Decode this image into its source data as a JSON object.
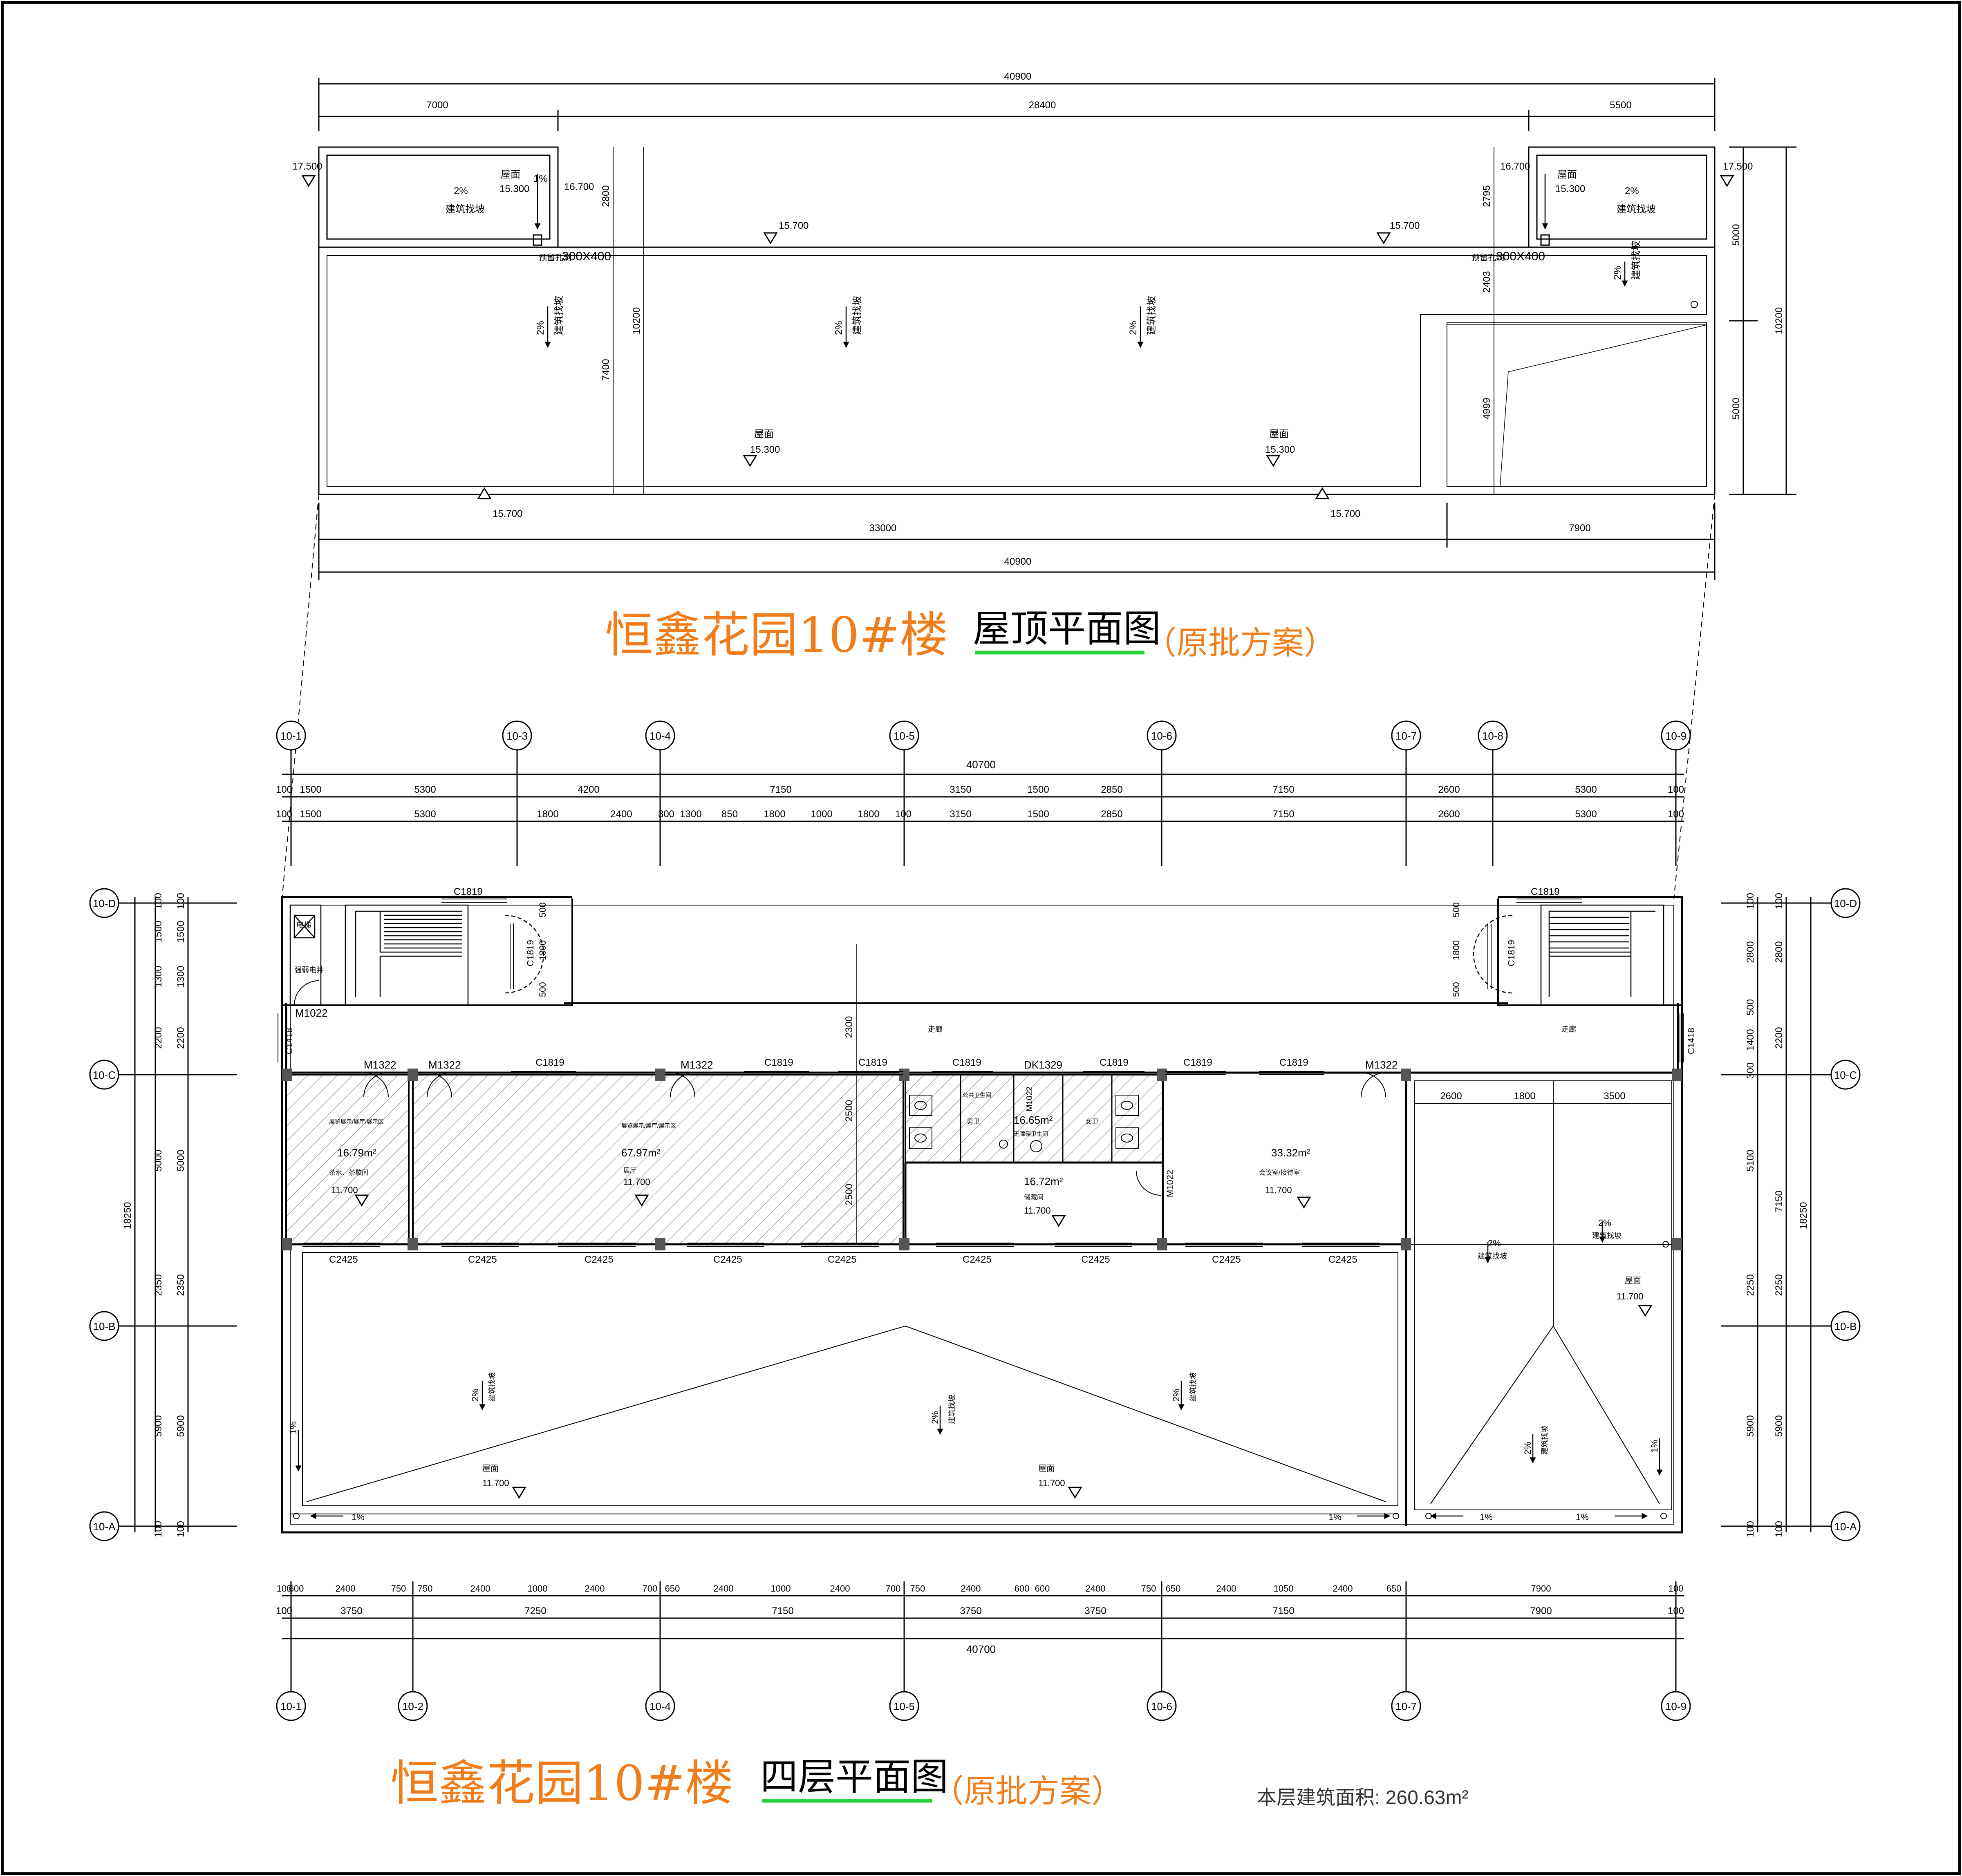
{
  "colors": {
    "title_orange": "#f07d1a",
    "underline_green": "#2ad13a",
    "line": "#000000",
    "hatch": "#777777",
    "room_fill": "#e3e3e3"
  },
  "roof_plan": {
    "title_main": "恒鑫花园10#楼",
    "title_sub": "屋顶平面图",
    "title_note": "（原批方案）",
    "dims_top_total": "40900",
    "dims_top_parts": [
      "7000",
      "28400",
      "5500"
    ],
    "dims_bottom_parts": [
      "33000",
      "7900"
    ],
    "dims_bottom_total": "40900",
    "dims_right": [
      "5000",
      "5000"
    ],
    "dims_right_total": "10200",
    "dims_inner": [
      "2800",
      "10200",
      "7400",
      "2795",
      "2403",
      "4999"
    ],
    "stair_rooms": [
      {
        "label": "屋面",
        "elev": "15.300",
        "slope": "2%",
        "drain": "建筑找坡",
        "parapet": "17.500",
        "top": "16.700",
        "vent": "300X400",
        "vent_label": "预留孔洞"
      },
      {
        "label": "屋面",
        "elev": "15.300",
        "slope": "2%",
        "drain": "建筑找坡",
        "parapet": "17.500",
        "top": "16.700",
        "vent": "300X400",
        "vent_label": "预留孔洞"
      }
    ],
    "small_slope": "1%",
    "main_slopes": [
      "2%",
      "2%",
      "2%",
      "2%"
    ],
    "main_drain": "建筑找坡",
    "parapet_elevs": [
      "15.700",
      "15.700",
      "15.700",
      "15.700"
    ],
    "roof_labels": [
      {
        "label": "屋面",
        "elev": "15.300"
      },
      {
        "label": "屋面",
        "elev": "15.300"
      }
    ]
  },
  "floor_plan": {
    "title_main": "恒鑫花园10#楼",
    "title_sub": "四层平面图",
    "title_note": "（原批方案）",
    "area_label": "本层建筑面积: 260.63m²",
    "axes_top": [
      "10-1",
      "10-3",
      "10-4",
      "10-5",
      "10-6",
      "10-7",
      "10-8",
      "10-9"
    ],
    "axes_bottom": [
      "10-1",
      "10-2",
      "10-4",
      "10-5",
      "10-6",
      "10-7",
      "10-9"
    ],
    "axes_rows": [
      "10-D",
      "10-C",
      "10-B",
      "10-A"
    ],
    "dim_top_total": "40700",
    "dim_top_row1": [
      "100",
      "1500",
      "5300",
      "4200",
      "7150",
      "3150",
      "1500",
      "2850",
      "7150",
      "2600",
      "5300",
      "100"
    ],
    "dim_top_row2": [
      "100",
      "1500",
      "5300",
      "1800",
      "2400",
      "300",
      "1300",
      "850",
      "1800",
      "1000",
      "1800",
      "100",
      "3150",
      "1500",
      "2850",
      "7150",
      "2600",
      "5300",
      "100"
    ],
    "dim_bottom_row1": [
      "100",
      "600",
      "2400",
      "750",
      "750",
      "2400",
      "1000",
      "2400",
      "700",
      "650",
      "2400",
      "1000",
      "2400",
      "700",
      "750",
      "2400",
      "600",
      "600",
      "2400",
      "750",
      "650",
      "2400",
      "1050",
      "2400",
      "650",
      "7900",
      "100"
    ],
    "dim_bottom_row2": [
      "100",
      "3750",
      "7250",
      "7150",
      "3750",
      "3750",
      "7150",
      "7900",
      "100"
    ],
    "dim_bottom_total": "40700",
    "dim_left_outer": [
      "100",
      "1500",
      "1300",
      "2200",
      "5000",
      "2350",
      "5900",
      "100"
    ],
    "dim_left_total": "18250",
    "dim_right_outer": [
      "100",
      "2800",
      "500",
      "2200",
      "5100",
      "2250",
      "5900",
      "100"
    ],
    "dim_right_inner": [
      "1400",
      "300",
      "7150"
    ],
    "dim_right_total": "18250",
    "stair_dims": [
      "500",
      "1800",
      "500",
      "C1819"
    ],
    "windows": {
      "stair": "C1819",
      "corridor": [
        "C1819",
        "C1819",
        "C1819",
        "C1819",
        "C1819",
        "C1819",
        "C1819"
      ],
      "south": [
        "C2425",
        "C2425",
        "C2425",
        "C2425",
        "C2425",
        "C2425",
        "C2425",
        "C2425",
        "C2425"
      ],
      "side": "C1418"
    },
    "doors": [
      "M1022",
      "M1322",
      "M1322",
      "M1322",
      "DK1329",
      "M1022",
      "M1022",
      "M1322"
    ],
    "corridor_label": "走廊",
    "corridor_dim": "2300",
    "room_dims": [
      "2500",
      "2500"
    ],
    "elevator_labels": [
      "电梯",
      "强弱电井"
    ],
    "rooms": [
      {
        "name": "展览展示/展厅/展示区",
        "area": "16.79m²",
        "use": "茶水、茶歇间",
        "elev": "11.700"
      },
      {
        "name": "展览展示/展厅/展示区",
        "area": "67.97m²",
        "use": "展厅",
        "elev": "11.700"
      },
      {
        "name": "公共卫生间",
        "area": "16.65m²",
        "use": "无障碍卫生间",
        "elev": ""
      },
      {
        "name": "储藏间",
        "area": "16.72m²",
        "use": "",
        "elev": "11.700"
      },
      {
        "name": "会议室/接待室",
        "area": "33.32m²",
        "use": "",
        "elev": "11.700"
      }
    ],
    "toilet_labels": [
      "男卫",
      "女卫"
    ],
    "east_dims": [
      "2600",
      "1800",
      "3500"
    ],
    "east_roof": {
      "label": "屋面",
      "elev": "11.700"
    },
    "south_roof_labels": [
      {
        "label": "屋面",
        "elev": "11.700"
      },
      {
        "label": "屋面",
        "elev": "11.700"
      }
    ],
    "slope_2": "2%",
    "slope_1": "1%",
    "drain": "建筑找坡"
  }
}
